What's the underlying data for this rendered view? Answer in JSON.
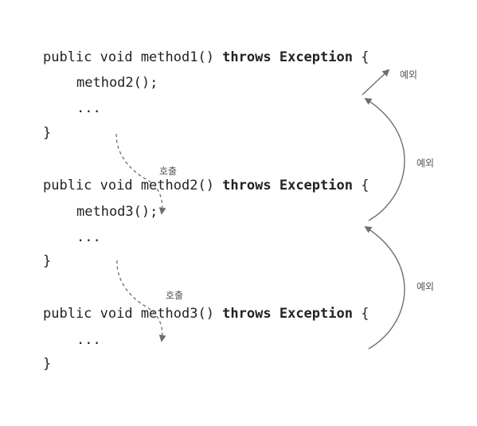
{
  "blocks": [
    {
      "signature": {
        "prefix": "public void method1() ",
        "throws_kw": "throws",
        "space": " ",
        "exception_kw": "Exception",
        "brace": " {"
      },
      "body": [
        "method2();",
        "..."
      ],
      "close": "}"
    },
    {
      "signature": {
        "prefix": "public void method2() ",
        "throws_kw": "throws",
        "space": " ",
        "exception_kw": "Exception",
        "brace": " {"
      },
      "body": [
        "method3();",
        "..."
      ],
      "close": "}"
    },
    {
      "signature": {
        "prefix": "public void method3() ",
        "throws_kw": "throws",
        "space": " ",
        "exception_kw": "Exception",
        "brace": " {"
      },
      "body": [
        "..."
      ],
      "close": "}"
    }
  ],
  "call_labels": [
    "호출",
    "호출"
  ],
  "exception_labels": [
    "예외",
    "예외",
    "예외"
  ],
  "colors": {
    "code": "#222222",
    "arrow": "#6e6e6e",
    "label": "#555555"
  }
}
